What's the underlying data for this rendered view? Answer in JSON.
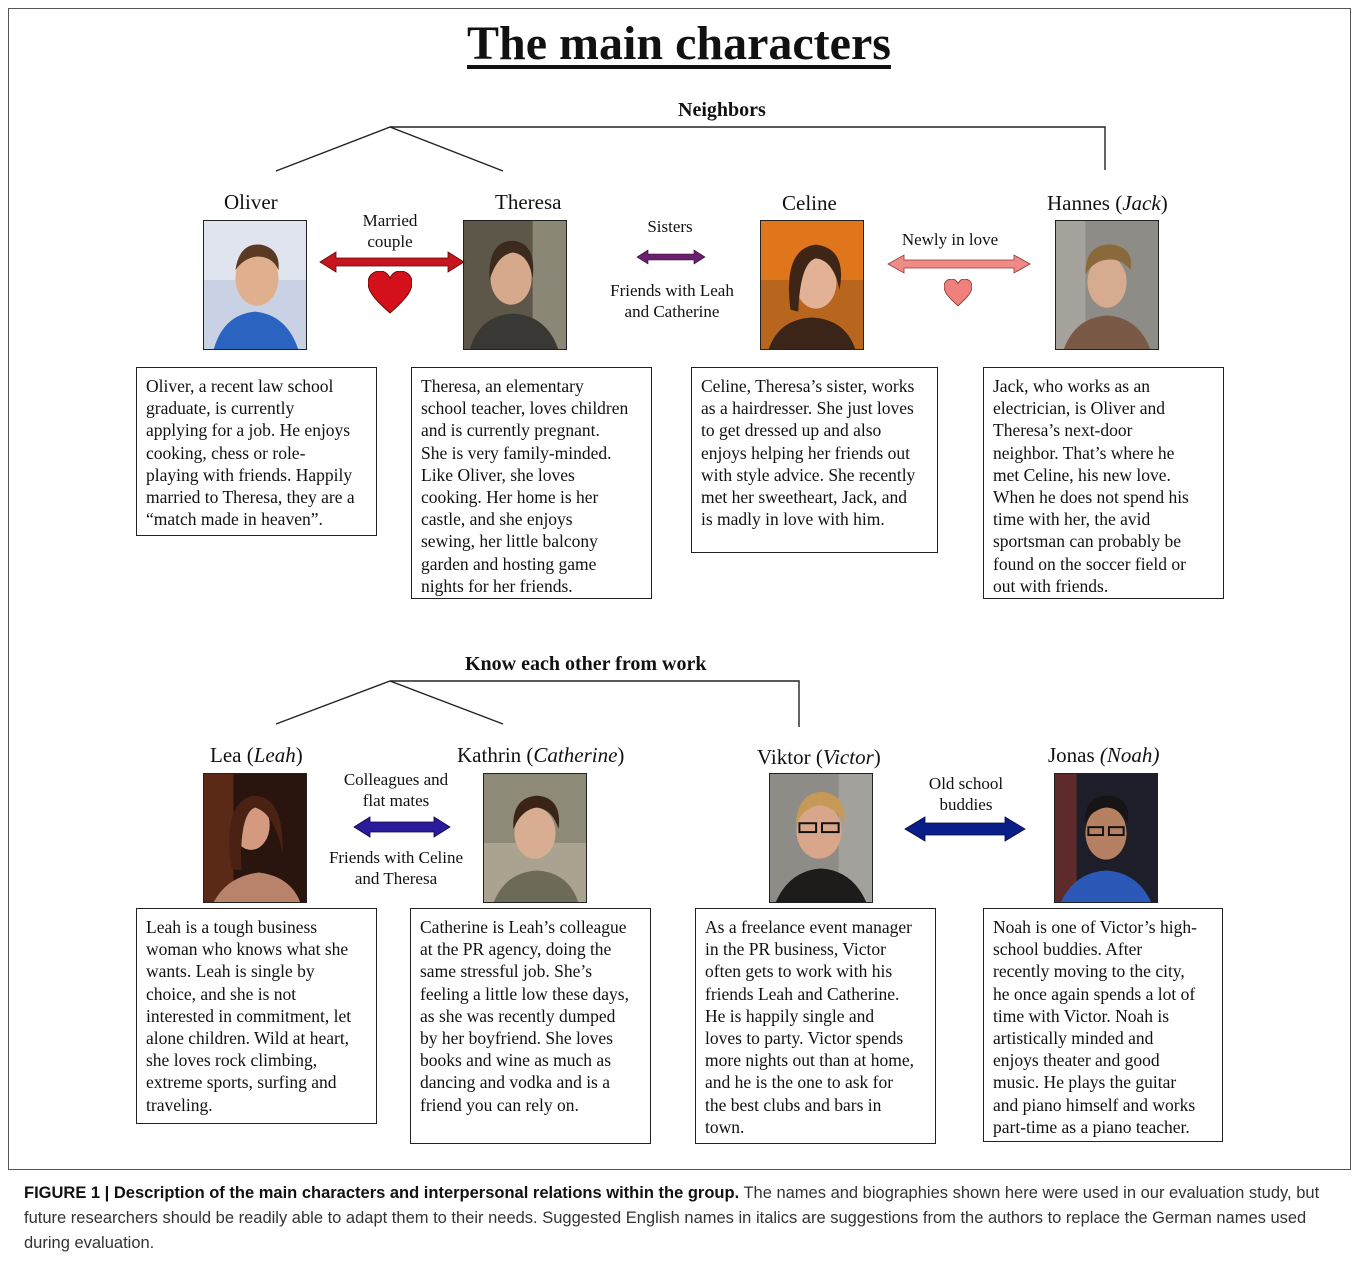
{
  "title": "The main characters",
  "groups": {
    "neighbors": "Neighbors",
    "work": "Know each other from work"
  },
  "characters": {
    "oliver": {
      "name": "Oliver",
      "alt": "",
      "bio": "Oliver, a recent law school\ngraduate, is currently\napplying for a job. He enjoys\ncooking, chess or role-\nplaying with friends. Happily\nmarried to Theresa, they are a\n“match made in heaven”."
    },
    "theresa": {
      "name": "Theresa",
      "alt": "",
      "bio": "Theresa, an elementary\nschool teacher, loves children\nand is currently pregnant.\nShe is very family-minded.\nLike Oliver, she loves\ncooking. Her home is her\ncastle, and she enjoys\nsewing, her little balcony\ngarden and hosting game\nnights for her friends."
    },
    "celine": {
      "name": "Celine",
      "alt": "",
      "bio": "Celine, Theresa’s sister, works\nas a hairdresser. She just loves\nto get dressed up and also\nenjoys helping her friends out\nwith style advice. She recently\nmet her sweetheart, Jack, and\nis madly in love with him."
    },
    "hannes": {
      "name": "Hannes",
      "alt": "Jack",
      "bio": "Jack, who works as an\nelectrician, is Oliver and\nTheresa’s next-door\nneighbor. That’s where he\nmet Celine, his new love.\nWhen he does not spend his\ntime with her, the avid\nsportsman can probably be\nfound on the soccer field or\nout with friends."
    },
    "lea": {
      "name": "Lea",
      "alt": "Leah",
      "bio": "Leah is a tough business\nwoman who knows what she\nwants. Leah is single by\nchoice, and she is not\ninterested in commitment, let\nalone children. Wild at heart,\nshe loves rock climbing,\nextreme sports, surfing and\ntraveling."
    },
    "kathrin": {
      "name": "Kathrin",
      "alt": "Catherine",
      "bio": "Catherine is Leah’s colleague\nat the PR agency, doing the\nsame stressful job. She’s\nfeeling a little low these days,\nas she was recently dumped\nby her boyfriend. She loves\nbooks and wine as much as\ndancing and vodka and is a\nfriend you can rely on."
    },
    "viktor": {
      "name": "Viktor",
      "alt": "Victor",
      "bio": "As a freelance event manager\nin the PR business, Victor\noften gets to work with his\nfriends Leah and Catherine.\nHe is happily single and\nloves to party. Victor spends\nmore nights out than at home,\nand he is the one to ask for\nthe best clubs and bars in\ntown."
    },
    "jonas": {
      "name": "Jonas",
      "alt": "Noah",
      "bio": "Noah is one of Victor’s high-\nschool buddies. After\nrecently moving to the city,\nhe once again spends a lot of\ntime with Victor. Noah is\nartistically minded and\nenjoys theater and good\nmusic. He plays the guitar\nand piano himself and works\npart-time as a piano teacher."
    }
  },
  "relations": {
    "married": "Married\ncouple",
    "sisters": "Sisters",
    "friends_leah_catherine": "Friends with Leah\nand Catherine",
    "newly_in_love": "Newly in love",
    "colleagues": "Colleagues and\nflat mates",
    "friends_celine_theresa": "Friends with Celine\nand Theresa",
    "old_school": "Old school\nbuddies"
  },
  "colors": {
    "married_arrow": "#c8141c",
    "sisters_arrow": "#6b1f6e",
    "love_arrow": "#f08a86",
    "colleagues_arrow": "#2a1a9c",
    "buddies_arrow": "#0a1e8a"
  },
  "icons": {
    "married_heart": "heart-icon",
    "love_heart": "heart-icon"
  },
  "caption": {
    "label": "FIGURE 1 | Description of the main characters and interpersonal relations within the group.",
    "text": " The names and biographies shown here were used in our evaluation study, but future researchers should be readily able to adapt them to their needs. Suggested English names in italics are suggestions from the authors to replace the German names used during evaluation."
  }
}
